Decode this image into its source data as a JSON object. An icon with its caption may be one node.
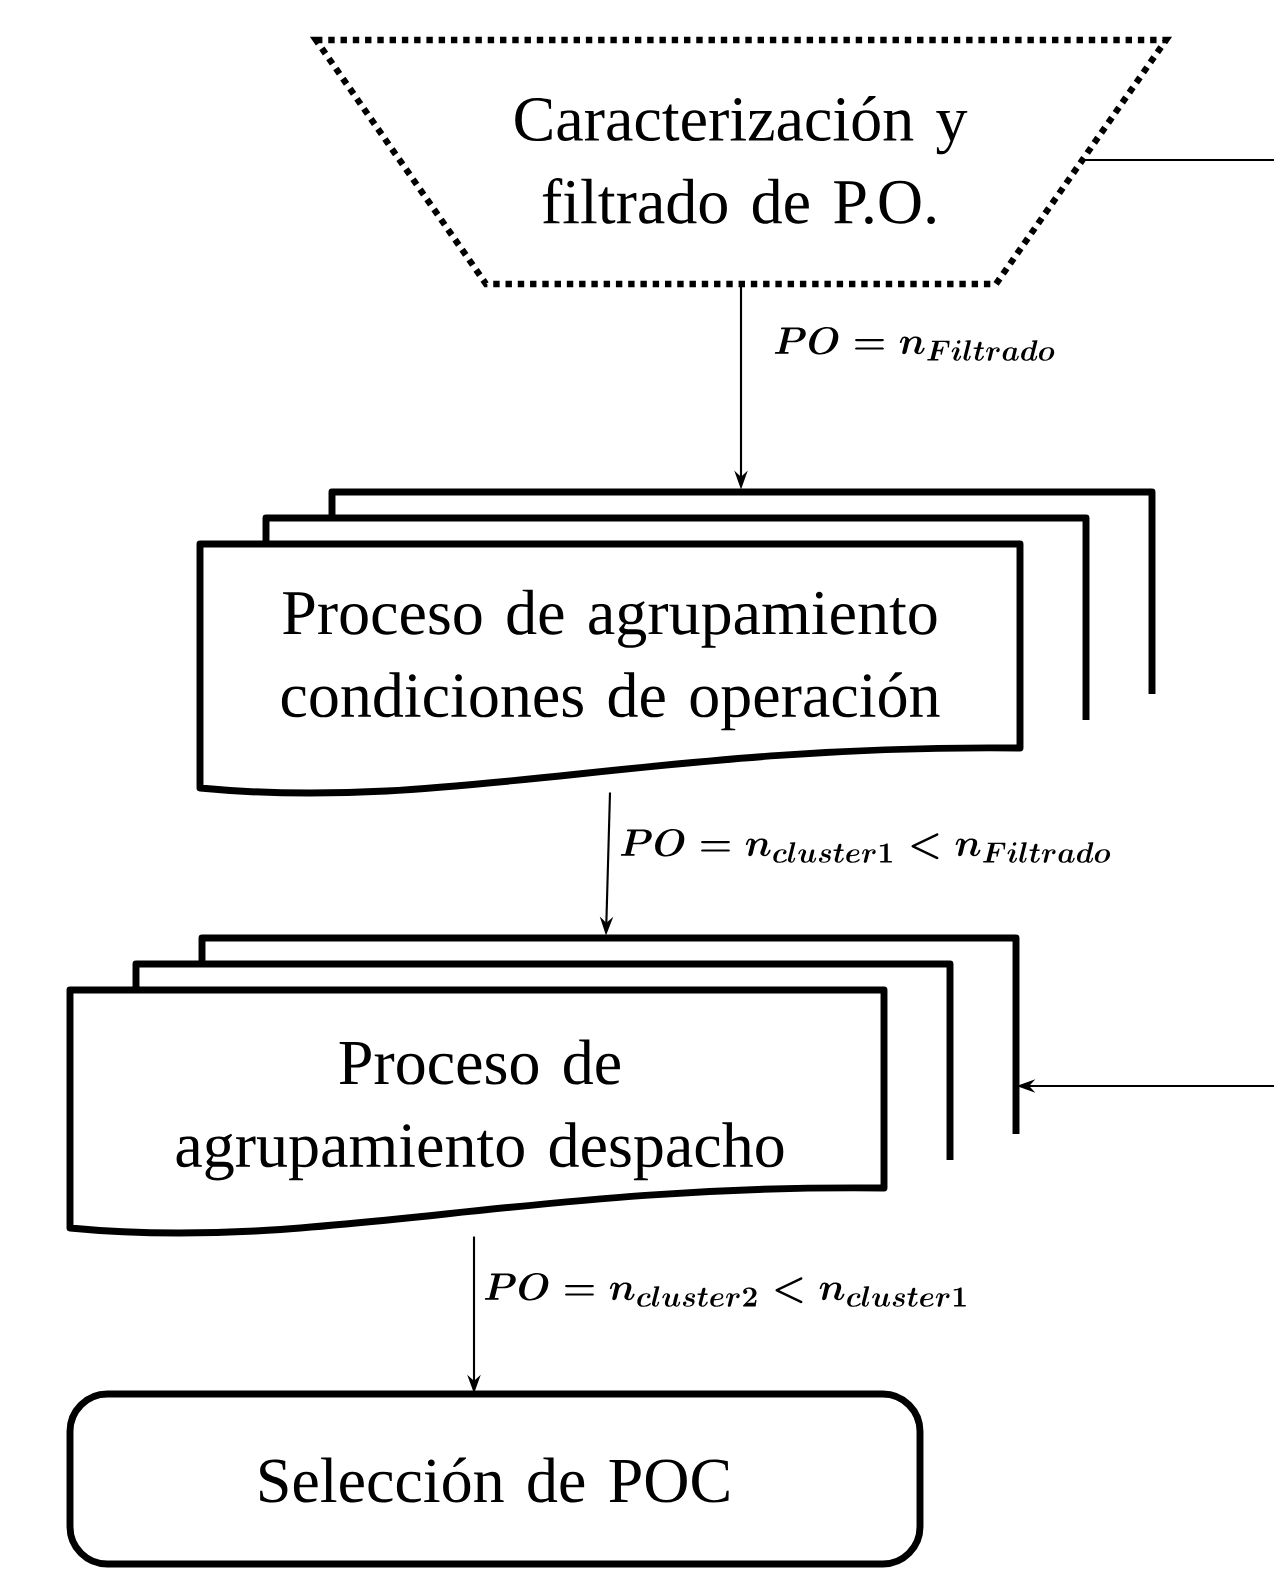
{
  "diagram": {
    "nodes": [
      {
        "text": [
          "Caracterización y filtrado de P.O."
        ]
      },
      {
        "text": [
          "Proceso de agrupamiento condiciones de operación"
        ]
      },
      {
        "text": [
          "Proceso de agrupamiento despacho"
        ]
      },
      {
        "text": [
          "Selección de POC"
        ]
      }
    ],
    "edges": [
      {
        "from": 0,
        "to": 1,
        "arrow": "to",
        "label": "PO = n_{Filtrado}"
      },
      {
        "from": 1,
        "to": 2,
        "arrow": "to",
        "label": "PO = n_{cluster1} < n_{Filtrado}"
      },
      {
        "from": 2,
        "to": 3,
        "arrow": "to",
        "label": "PO = n_{cluster2} < n_{cluster1}"
      },
      {
        "from": 0,
        "to": null,
        "arrow": "none"
      },
      {
        "from": null,
        "to": 2,
        "arrow": "to"
      }
    ]
  }
}
